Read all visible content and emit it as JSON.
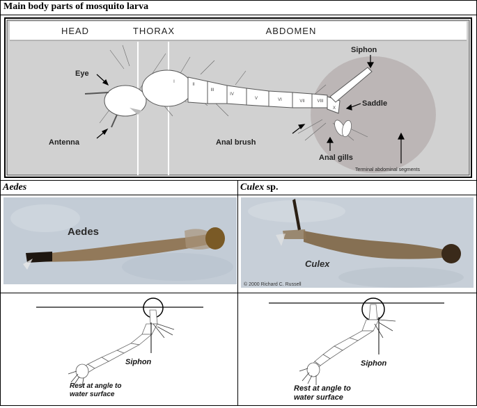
{
  "title": "Main body parts of mosquito larva",
  "diagram": {
    "regions": {
      "head": "HEAD",
      "thorax": "THORAX",
      "abdomen": "ABDOMEN"
    },
    "labels": {
      "eye": "Eye",
      "antenna": "Antenna",
      "siphon": "Siphon",
      "saddle": "Saddle",
      "anal_brush": "Anal brush",
      "anal_gills": "Anal gills",
      "terminal": "Terminal abdominal segments"
    },
    "segments": [
      "I",
      "II",
      "III",
      "IV",
      "V",
      "VI",
      "VII",
      "VIII",
      "X"
    ]
  },
  "photos": {
    "aedes": {
      "header_italic": "Aedes",
      "header_rest": "",
      "label": "Aedes"
    },
    "culex": {
      "header_italic": "Culex",
      "header_rest": " sp.",
      "label": "Culex",
      "credit": "© 2000 Richard C. Russell"
    }
  },
  "postures": {
    "left": {
      "siphon": "Siphon",
      "caption_line1": "Rest at angle to",
      "caption_line2": "water surface"
    },
    "right": {
      "siphon": "Siphon",
      "caption_line1": "Rest at angle to",
      "caption_line2": "water surface"
    }
  },
  "colors": {
    "diagram_bg": "#d1d1d1",
    "larva_fill": "#ffffff",
    "terminal_circle": "#b8b2b2",
    "photo_bg": "#c3ccd6",
    "larva_brown": "#6b4e2a"
  }
}
